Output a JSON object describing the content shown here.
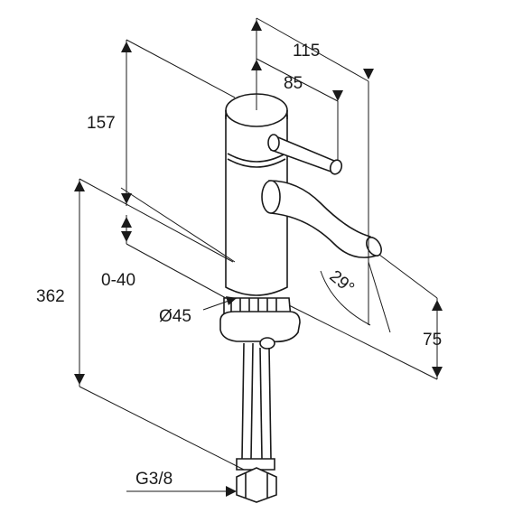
{
  "dimensions": {
    "overall_reach": "115",
    "lever_reach": "85",
    "spout_height": "157",
    "adjust_range": "0-40",
    "total_height": "362",
    "body_diameter": "Ø45",
    "spout_angle": "29°",
    "outlet_height": "75",
    "connection_thread": "G3/8"
  }
}
